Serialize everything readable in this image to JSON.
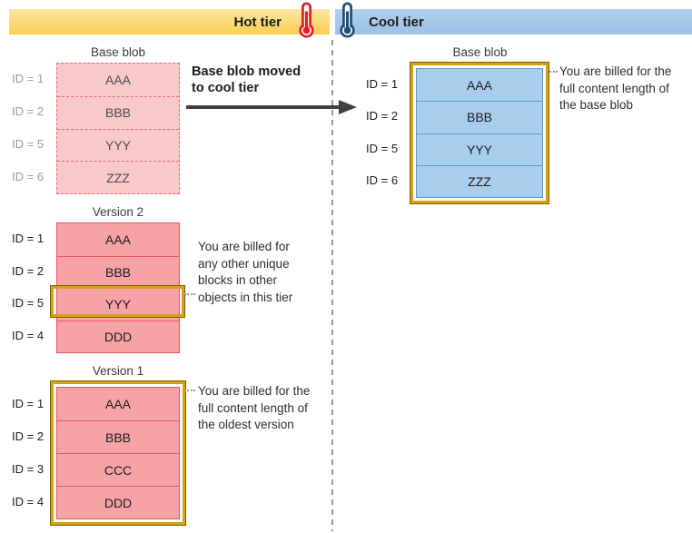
{
  "header": {
    "hot_label": "Hot tier",
    "cool_label": "Cool tier"
  },
  "move_note": "Base blob moved\nto cool tier",
  "hot_tier": {
    "base_blob": {
      "title": "Base blob",
      "rows": [
        {
          "id": "ID = 1",
          "block": "AAA"
        },
        {
          "id": "ID = 2",
          "block": "BBB"
        },
        {
          "id": "ID = 5",
          "block": "YYY"
        },
        {
          "id": "ID = 6",
          "block": "ZZZ"
        }
      ]
    },
    "version_2": {
      "title": "Version 2",
      "rows": [
        {
          "id": "ID = 1",
          "block": "AAA"
        },
        {
          "id": "ID = 2",
          "block": "BBB"
        },
        {
          "id": "ID = 5",
          "block": "YYY"
        },
        {
          "id": "ID = 4",
          "block": "DDD"
        }
      ],
      "note": "You are billed for\nany other unique\nblocks in other\nobjects in this tier"
    },
    "version_1": {
      "title": "Version 1",
      "rows": [
        {
          "id": "ID = 1",
          "block": "AAA"
        },
        {
          "id": "ID = 2",
          "block": "BBB"
        },
        {
          "id": "ID = 3",
          "block": "CCC"
        },
        {
          "id": "ID = 4",
          "block": "DDD"
        }
      ],
      "note": "You are billed for the\nfull content length of\nthe oldest version"
    }
  },
  "cool_tier": {
    "base_blob": {
      "title": "Base blob",
      "rows": [
        {
          "id": "ID = 1",
          "block": "AAA"
        },
        {
          "id": "ID = 2",
          "block": "BBB"
        },
        {
          "id": "ID = 5",
          "block": "YYY"
        },
        {
          "id": "ID = 6",
          "block": "ZZZ"
        }
      ],
      "note": "You are billed for the\nfull content length of\nthe base blob"
    }
  },
  "colors": {
    "hot_bar_top": "#fde7a0",
    "hot_bar_bottom": "#fbce55",
    "cool_bar_top": "#b0d1ed",
    "cool_bar_bottom": "#9bc2e5",
    "hot_faded_fill": "#f9c9ca",
    "hot_faded_border": "#e96a6a",
    "hot_fill": "#f7a2a7",
    "hot_border": "#e8565e",
    "cool_fill": "#a9cdec",
    "cool_border": "#5b9bd5",
    "gold": "#d4a312",
    "gold_edge": "#7f6000",
    "thermo_hot": "#e01f27",
    "thermo_cool": "#1f4e79",
    "arrow": "#3f3f3f",
    "separator": "#7f7f7f",
    "text_dark": "#1c1c1c",
    "text_muted": "#9b9b9b",
    "faded_text": "#4b4b4b",
    "title_text": "#3a3a3a",
    "note_text": "#2e2e2e"
  },
  "icons": {
    "hot_thermometer": "thermometer-icon",
    "cool_thermometer": "thermometer-icon"
  }
}
